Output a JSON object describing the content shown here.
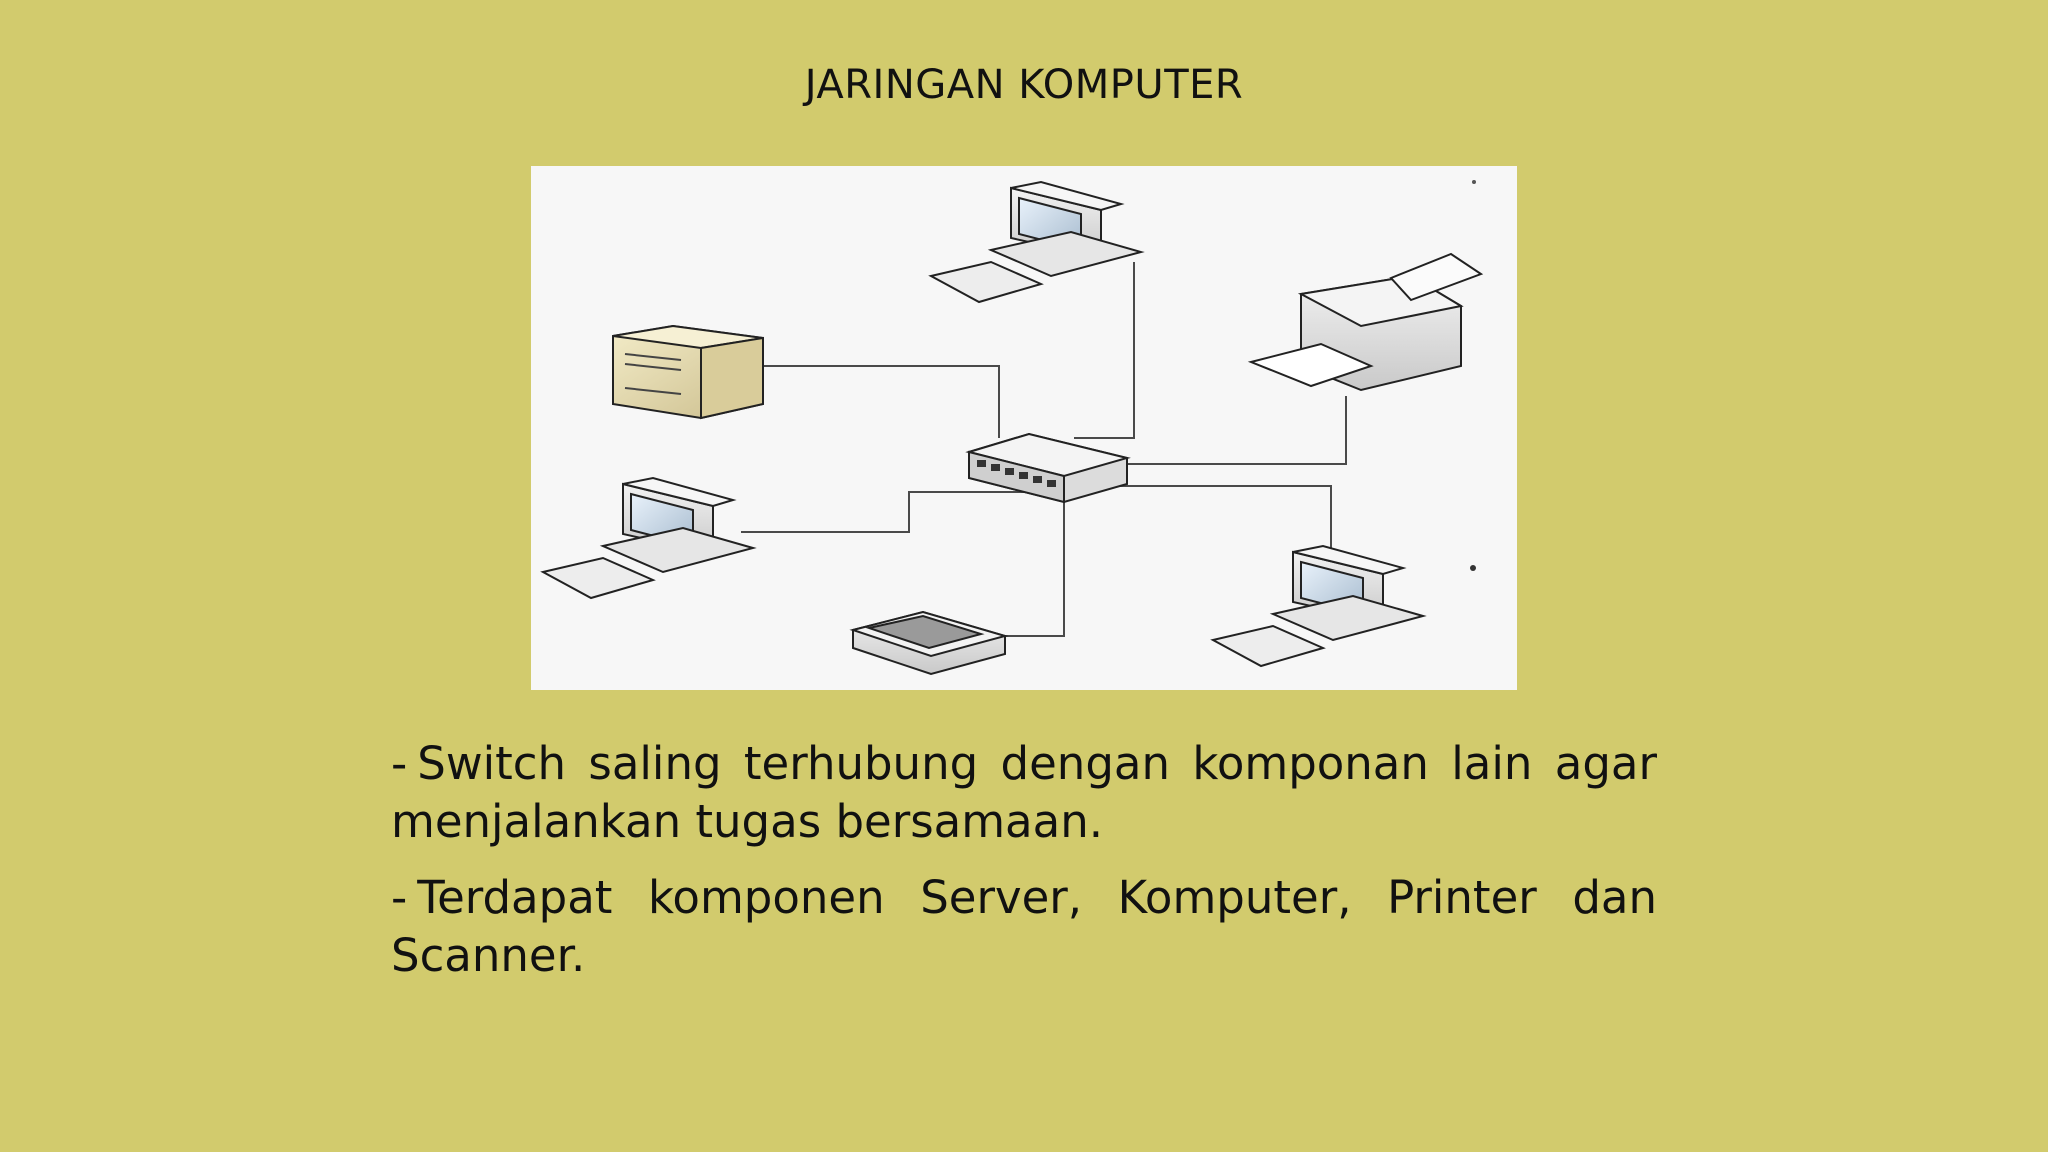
{
  "slide": {
    "title": "JARINGAN KOMPUTER",
    "bullets": [
      "Switch saling terhubung dengan komponan lain agar menjalankan tugas bersamaan.",
      "Terdapat komponen Server, Komputer, Printer dan Scanner."
    ],
    "bullet_marker": "-"
  },
  "diagram": {
    "nodes": [
      {
        "id": "switch",
        "icon": "network-switch-icon"
      },
      {
        "id": "server",
        "icon": "server-tower-icon"
      },
      {
        "id": "computer-top",
        "icon": "desktop-computer-icon"
      },
      {
        "id": "computer-left",
        "icon": "desktop-computer-icon"
      },
      {
        "id": "computer-right",
        "icon": "desktop-computer-icon"
      },
      {
        "id": "printer",
        "icon": "printer-icon"
      },
      {
        "id": "scanner",
        "icon": "scanner-icon"
      }
    ],
    "links": [
      [
        "switch",
        "server"
      ],
      [
        "switch",
        "computer-top"
      ],
      [
        "switch",
        "printer"
      ],
      [
        "switch",
        "computer-left"
      ],
      [
        "switch",
        "scanner"
      ],
      [
        "switch",
        "computer-right"
      ]
    ]
  },
  "colors": {
    "background": "#d2cb6d",
    "diagram_panel": "#f7f7f7",
    "text": "#111111"
  }
}
